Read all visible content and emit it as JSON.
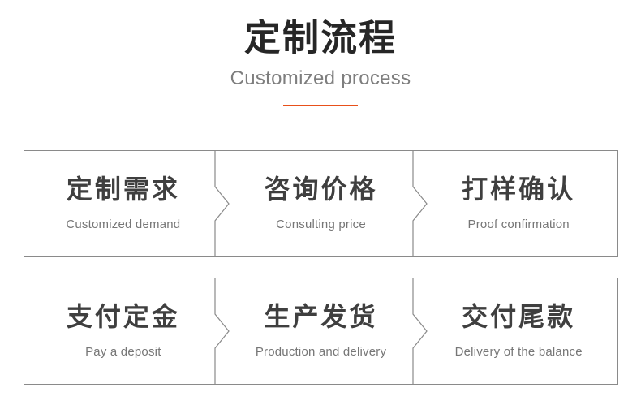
{
  "header": {
    "title": "定制流程",
    "subtitle": "Customized process",
    "divider_color": "#e8501a"
  },
  "theme": {
    "title_color": "#262626",
    "subtitle_color": "#7e7e7e",
    "card_border_color": "#8a8a8a",
    "card_heading_color": "#3f3f3f",
    "card_label_color": "#767676",
    "background": "#ffffff"
  },
  "steps": {
    "rows": [
      {
        "cells": [
          {
            "cn": "定制需求",
            "en": "Customized demand"
          },
          {
            "cn": "咨询价格",
            "en": "Consulting price"
          },
          {
            "cn": "打样确认",
            "en": "Proof confirmation"
          }
        ]
      },
      {
        "cells": [
          {
            "cn": "支付定金",
            "en": "Pay a deposit"
          },
          {
            "cn": "生产发货",
            "en": "Production and delivery"
          },
          {
            "cn": "交付尾款",
            "en": "Delivery of the balance"
          }
        ]
      }
    ]
  }
}
